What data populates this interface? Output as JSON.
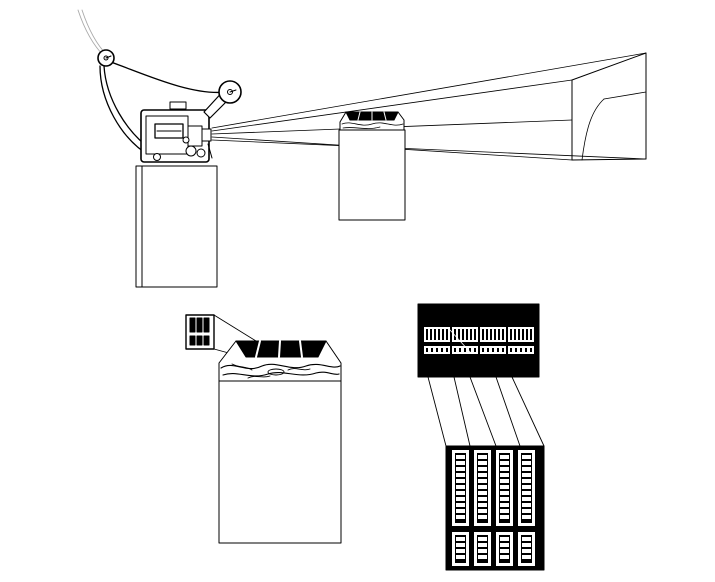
{
  "figure": {
    "kind": "technical-illustration",
    "subject": "film-projector-installation",
    "text_labels": [],
    "colors": {
      "background": "#ffffff",
      "ink": "#000000",
      "paper": "#ffffff"
    }
  },
  "panels": [
    {
      "id": "projector-setup",
      "icons": [
        "projector-icon",
        "film-reel-icon",
        "plinth-icon",
        "light-beam-icon",
        "screen-icon",
        "pedestal-icon",
        "sculpture-icon"
      ]
    },
    {
      "id": "pedestal-detail",
      "icons": [
        "film-strip-icon",
        "pedestal-icon",
        "sculpture-icon"
      ]
    },
    {
      "id": "film-frame-detail",
      "icons": [
        "film-frame-icon",
        "film-strip-icon"
      ]
    }
  ]
}
